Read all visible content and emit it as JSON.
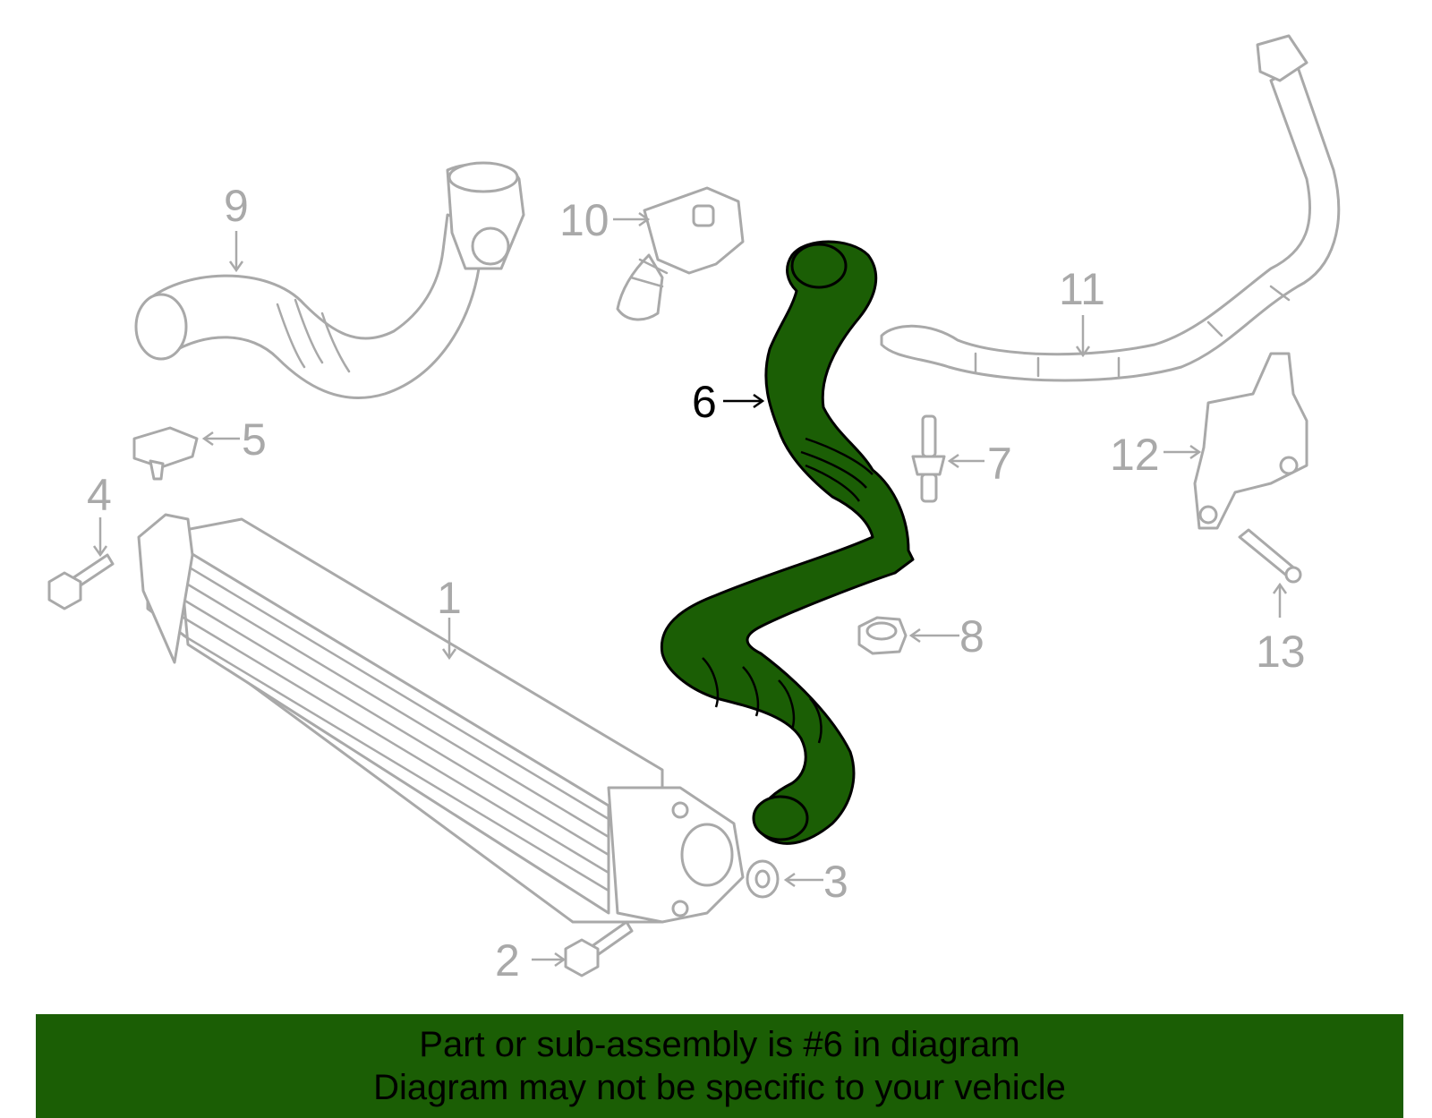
{
  "callouts": [
    {
      "id": "1",
      "label": "1",
      "highlighted": false
    },
    {
      "id": "2",
      "label": "2",
      "highlighted": false
    },
    {
      "id": "3",
      "label": "3",
      "highlighted": false
    },
    {
      "id": "4",
      "label": "4",
      "highlighted": false
    },
    {
      "id": "5",
      "label": "5",
      "highlighted": false
    },
    {
      "id": "6",
      "label": "6",
      "highlighted": true
    },
    {
      "id": "7",
      "label": "7",
      "highlighted": false
    },
    {
      "id": "8",
      "label": "8",
      "highlighted": false
    },
    {
      "id": "9",
      "label": "9",
      "highlighted": false
    },
    {
      "id": "10",
      "label": "10",
      "highlighted": false
    },
    {
      "id": "11",
      "label": "11",
      "highlighted": false
    },
    {
      "id": "12",
      "label": "12",
      "highlighted": false
    },
    {
      "id": "13",
      "label": "13",
      "highlighted": false
    }
  ],
  "caption": {
    "line1": "Part or sub-assembly is #6 in diagram",
    "line2": "Diagram may not be specific to your vehicle"
  },
  "colors": {
    "highlight": "#1b5e05",
    "part_outline": "#a9a9a9",
    "active_outline": "#000000",
    "background": "#ffffff"
  }
}
